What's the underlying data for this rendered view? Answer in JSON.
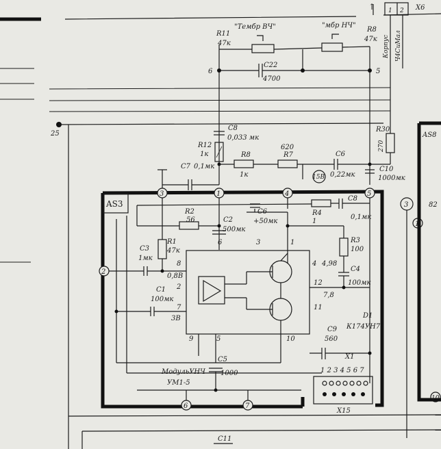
{
  "labels": {
    "x6": "X6",
    "arrow_up": "↑",
    "x6_pin1": "1",
    "x6_pin2": "2",
    "korpus": "Корпус",
    "ushchnal": "Ч4СиМал",
    "r11": "R11",
    "r11_val": "47к",
    "tembr_vch": "\"Тембр ВЧ\"",
    "tembr_nch": "\"мбр НЧ\"",
    "r8_top": "R8",
    "r8_top_val": "47к",
    "node6": "6",
    "node5": "5",
    "c22": "C22",
    "c22_val": "4700",
    "node25": "25",
    "c8": "C8",
    "c8_val": "0,033 мк",
    "r30": "R30",
    "r30_val": "270",
    "as8": "AS8",
    "r12": "R12",
    "r12_val": "1к",
    "r8": "R8",
    "r8_val": "1к",
    "r7": "R7",
    "r7_val": "620",
    "c6_top": "C6",
    "c6_top_val": "0,22мк",
    "c10": "C10",
    "c10_val": "1000мк",
    "c7": "C7",
    "c7_val": "0,1мк",
    "node15b": "15В",
    "as3": "AS3",
    "n3": "3",
    "n1": "1",
    "n4": "4",
    "n5": "5",
    "r4": "R4",
    "c8b": "C8",
    "c8b_val": "0,1мк",
    "n1b": "1",
    "r2": "R2",
    "r2_val": "56",
    "c6": "C6",
    "c6_val": "+50мк",
    "c2": "C2",
    "c2_val": "500мк",
    "r3": "R3",
    "r3_val": "100",
    "r1": "R1",
    "r1_val": "47к",
    "c3": "C3",
    "c3_val": "1мк",
    "pin6": "6",
    "pin3": "3",
    "pin1": "1",
    "pin8": "8",
    "v08": "0,8В",
    "pin4": "4",
    "v498": "4,98",
    "c4": "C4",
    "c4_val": "100мк",
    "c1": "C1",
    "c1_val": "100мк",
    "pin2": "2",
    "pin7": "7",
    "v3b": "3В",
    "pin12": "12",
    "v78": "7,8",
    "pin11": "11",
    "d1": "D1",
    "d1_val": "К174УН7",
    "c9": "C9",
    "c9_val": "560",
    "pin9": "9",
    "pin5": "5",
    "pin10": "10",
    "c5": "C5",
    "c5_val": "1000",
    "module": "МодульУНЧ",
    "module2": "УМ1-5",
    "x1": "X1",
    "x1_pins": "1 2 3 4 5 6 7",
    "x15": "Х15",
    "node2": "2",
    "node6b": "6",
    "node7": "7",
    "node3c": "3",
    "node82": "82",
    "node1": "1",
    "node10": "10",
    "c11": "C11"
  }
}
